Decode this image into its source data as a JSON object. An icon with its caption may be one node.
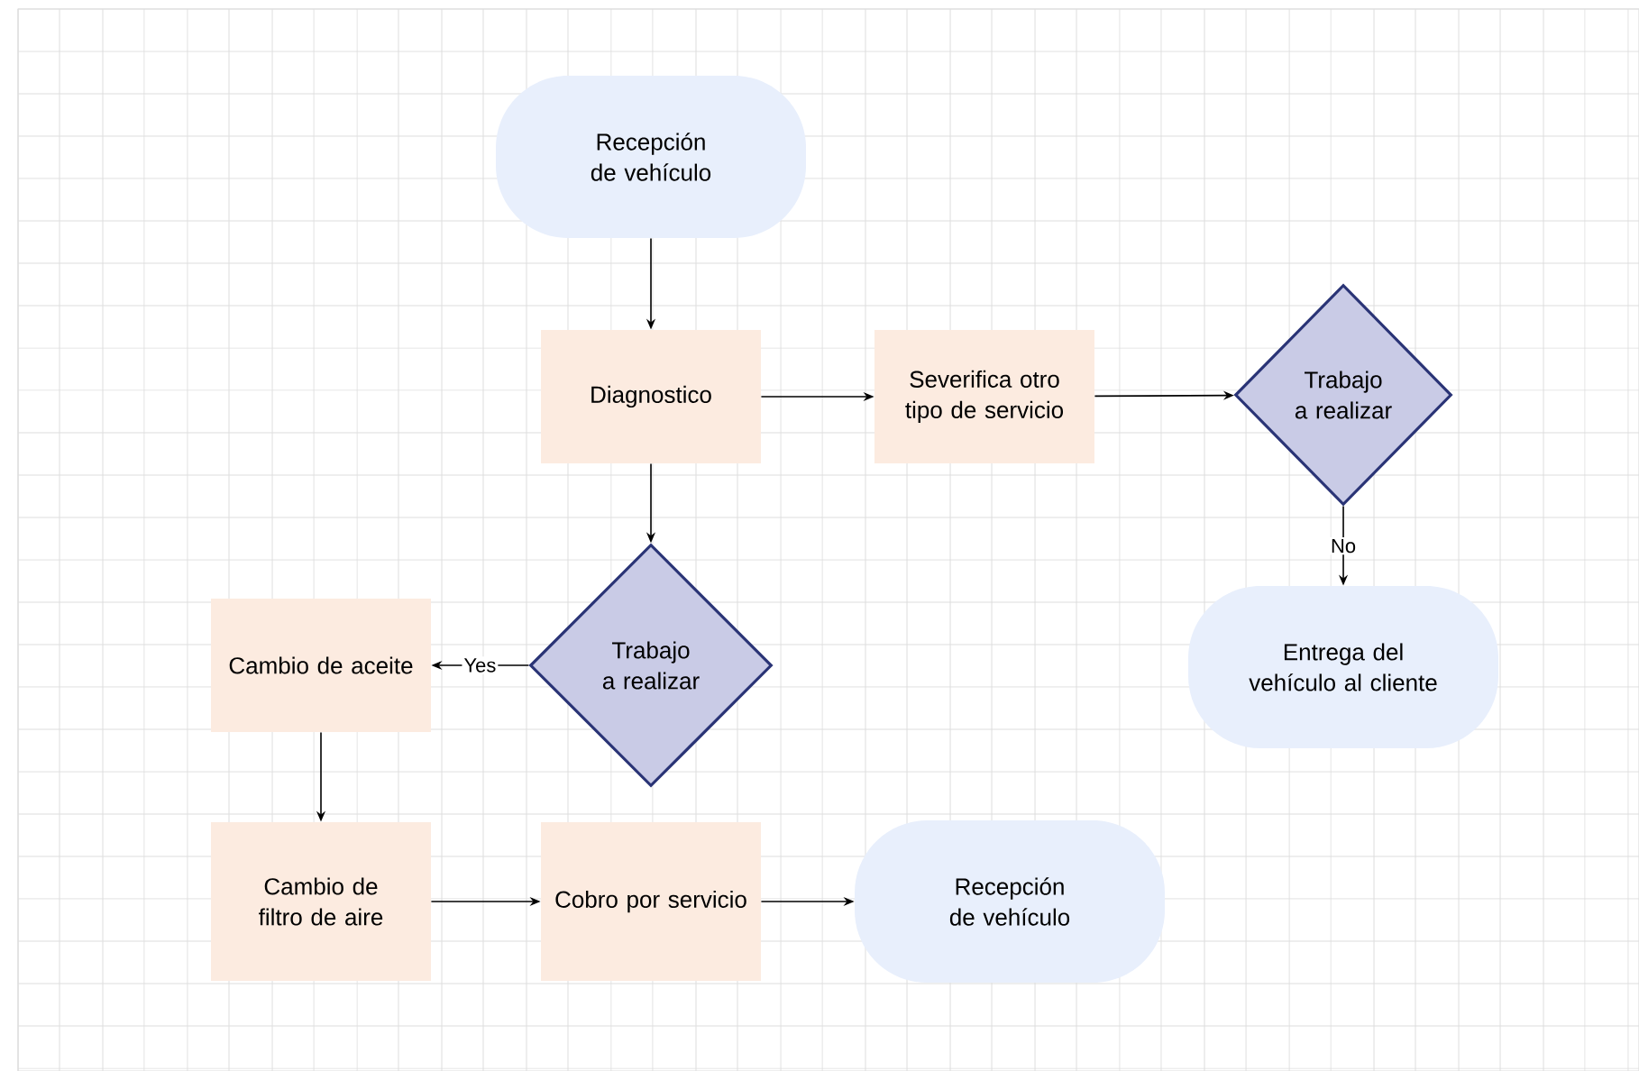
{
  "diagram": {
    "nodes": [
      {
        "text": [
          "Recepción de vehículo"
        ]
      },
      {
        "text": [
          "Diagnostico"
        ]
      },
      {
        "text": [
          "Severifica otro tipo de servicio"
        ]
      },
      {
        "text": [
          "Trabajo a realizar"
        ]
      },
      {
        "text": [
          "Trabajo a realizar"
        ]
      },
      {
        "text": [
          "Cambio de aceite"
        ]
      },
      {
        "text": [
          "Entrega del vehículo al cliente"
        ]
      },
      {
        "text": [
          "Cambio de filtro de aire"
        ]
      },
      {
        "text": [
          "Cobro por servicio"
        ]
      },
      {
        "text": [
          "Recepción de vehículo"
        ]
      }
    ],
    "edges": [
      {
        "from": 0,
        "to": 1,
        "arrow": "to"
      },
      {
        "from": 1,
        "to": 2,
        "arrow": "to"
      },
      {
        "from": 2,
        "to": 3,
        "arrow": "to"
      },
      {
        "from": 3,
        "to": 6,
        "arrow": "to",
        "label": "No"
      },
      {
        "from": 1,
        "to": 4,
        "arrow": "to"
      },
      {
        "from": 4,
        "to": 5,
        "arrow": "to",
        "label": "Yes"
      },
      {
        "from": 5,
        "to": 7,
        "arrow": "to"
      },
      {
        "from": 7,
        "to": 8,
        "arrow": "to"
      },
      {
        "from": 8,
        "to": 9,
        "arrow": "to"
      }
    ]
  }
}
